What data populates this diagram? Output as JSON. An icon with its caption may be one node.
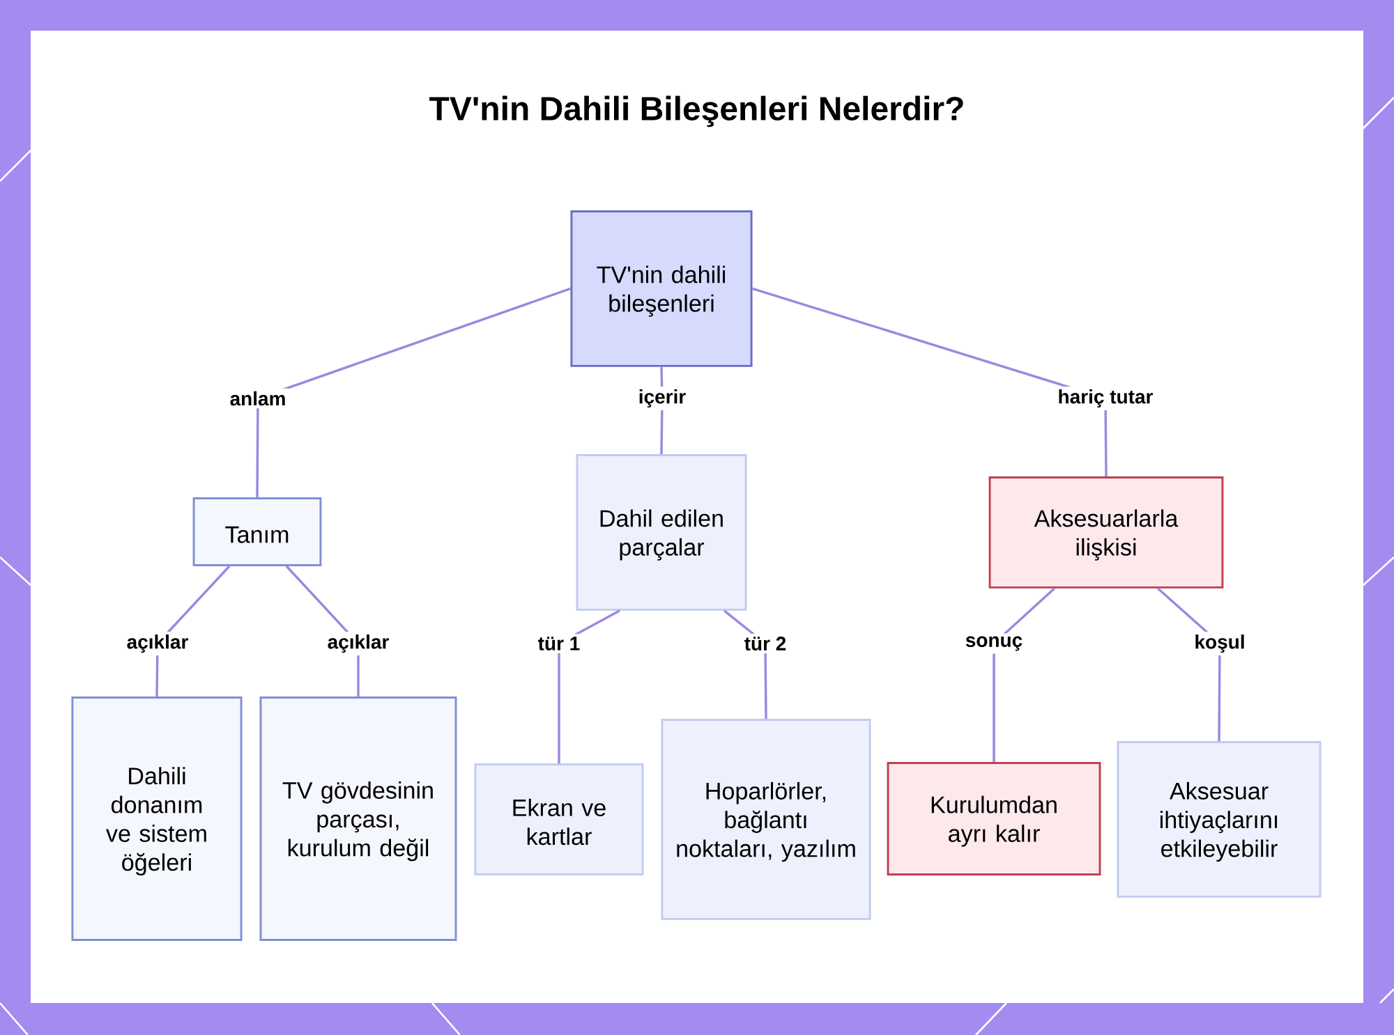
{
  "diagram": {
    "title": "TV'nin Dahili Bileşenleri Nelerdir?",
    "nodes": [
      {
        "text": [
          "TV'nin dahili bileşenleri"
        ]
      },
      {
        "text": [
          "Tanım"
        ]
      },
      {
        "text": [
          "Dahil edilen parçalar"
        ]
      },
      {
        "text": [
          "Aksesuarlarla ilişkisi"
        ]
      },
      {
        "text": [
          "Dahili donanım ve sistem öğeleri"
        ]
      },
      {
        "text": [
          "TV gövdesinin parçası, kurulum değil"
        ]
      },
      {
        "text": [
          "Ekran ve kartlar"
        ]
      },
      {
        "text": [
          "Hoparlörler, bağlantı noktaları, yazılım"
        ]
      },
      {
        "text": [
          "Kurulumdan ayrı kalır"
        ]
      },
      {
        "text": [
          "Aksesuar ihtiyaçlarını etkileyebilir"
        ]
      }
    ],
    "edges": [
      {
        "from": 0,
        "to": 1,
        "arrow": "none",
        "label": "anlam"
      },
      {
        "from": 0,
        "to": 2,
        "arrow": "none",
        "label": "içerir"
      },
      {
        "from": 0,
        "to": 3,
        "arrow": "none",
        "label": "hariç tutar"
      },
      {
        "from": 1,
        "to": 4,
        "arrow": "none",
        "label": "açıklar"
      },
      {
        "from": 1,
        "to": 5,
        "arrow": "none",
        "label": "açıklar"
      },
      {
        "from": 2,
        "to": 6,
        "arrow": "none",
        "label": "tür 1"
      },
      {
        "from": 2,
        "to": 7,
        "arrow": "none",
        "label": "tür 2"
      },
      {
        "from": 3,
        "to": 8,
        "arrow": "none",
        "label": "sonuç"
      },
      {
        "from": 3,
        "to": 9,
        "arrow": "none",
        "label": "koşul"
      }
    ]
  }
}
